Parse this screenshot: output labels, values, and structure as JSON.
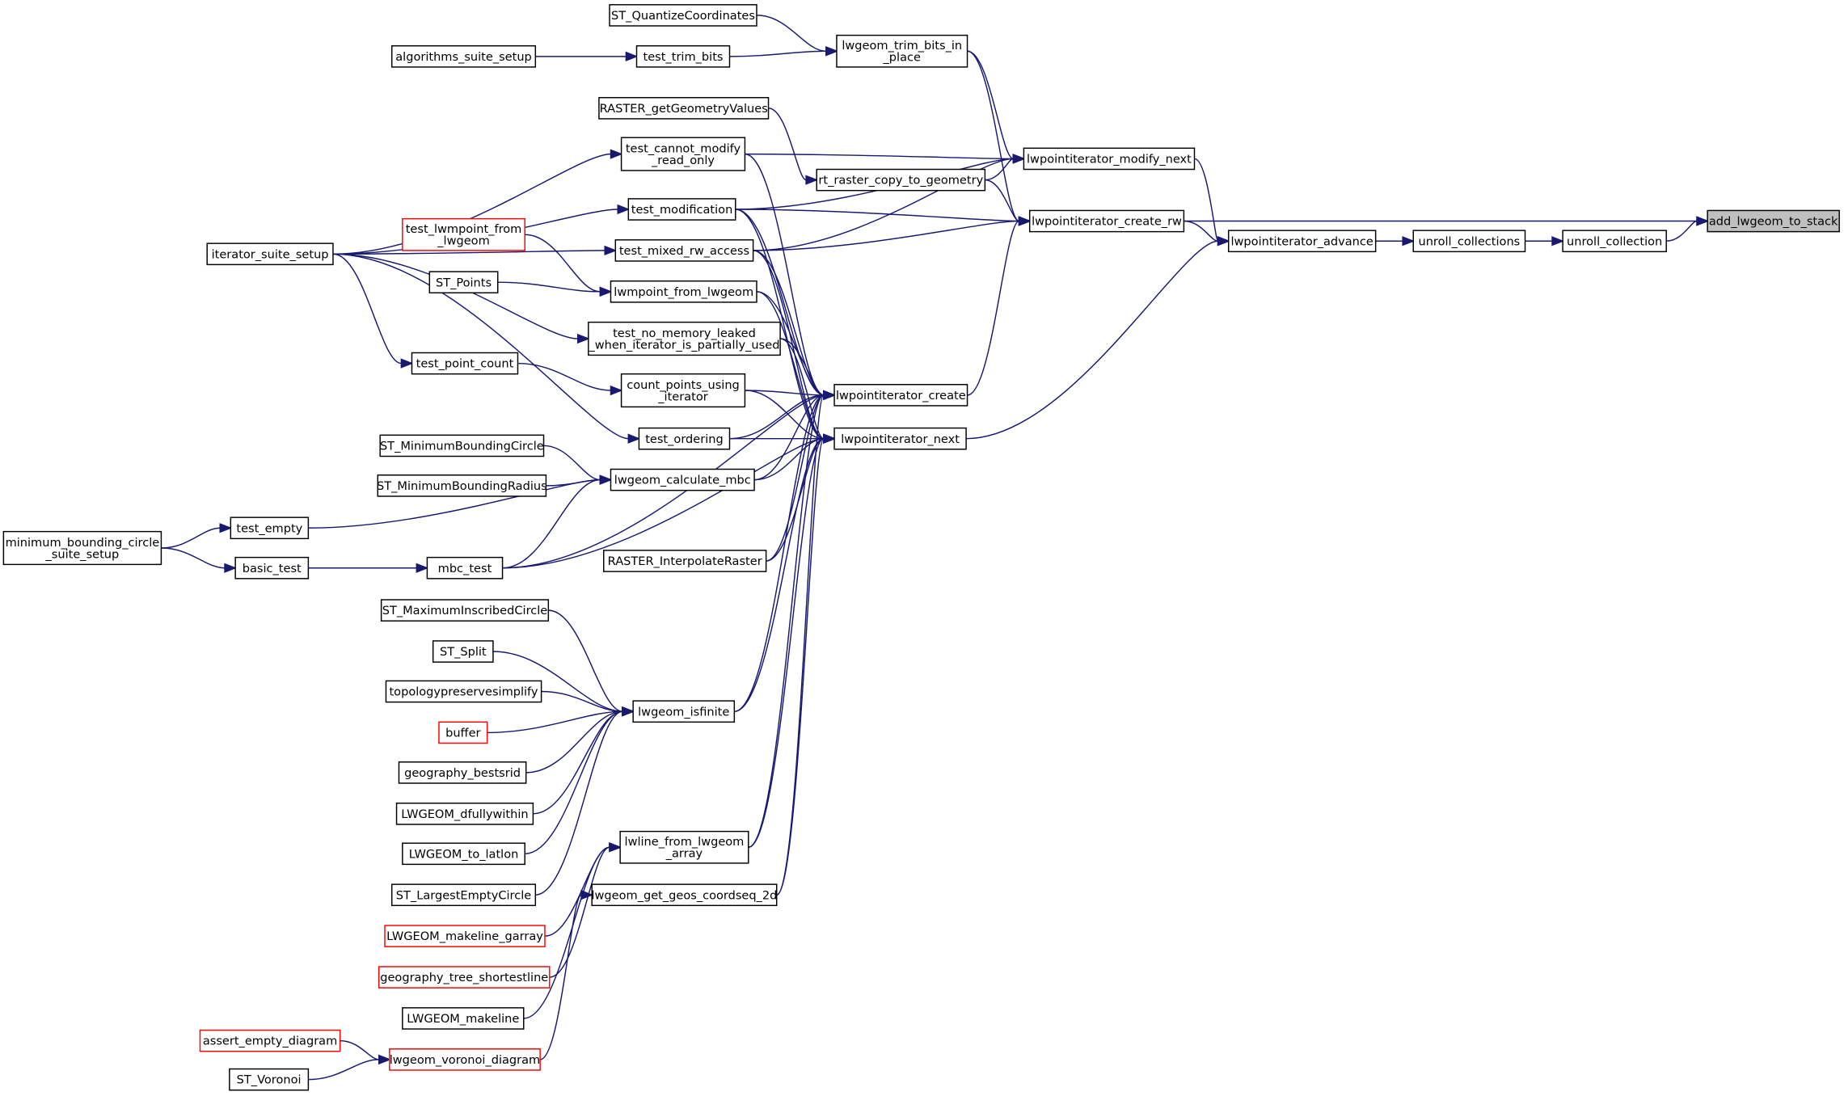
{
  "diagram": {
    "type": "caller-graph",
    "focus_node": "add_lwgeom_to_stack",
    "colors": {
      "edge": "#191970",
      "node_border": "#000000",
      "missing_node_border": "#ff0000",
      "focus_fill": "#bfbfbf",
      "background": "#ffffff"
    },
    "nodes": [
      {
        "id": "add_lwgeom_to_stack",
        "label": [
          "add_lwgeom_to_stack"
        ],
        "style": "focus"
      },
      {
        "id": "unroll_collection",
        "label": [
          "unroll_collection"
        ],
        "style": "normal"
      },
      {
        "id": "unroll_collections",
        "label": [
          "unroll_collections"
        ],
        "style": "normal"
      },
      {
        "id": "lwpointiterator_advance",
        "label": [
          "lwpointiterator_advance"
        ],
        "style": "normal"
      },
      {
        "id": "lwpointiterator_create_rw",
        "label": [
          "lwpointiterator_create_rw"
        ],
        "style": "normal"
      },
      {
        "id": "lwpointiterator_modify_next",
        "label": [
          "lwpointiterator_modify_next"
        ],
        "style": "normal"
      },
      {
        "id": "lwpointiterator_next",
        "label": [
          "lwpointiterator_next"
        ],
        "style": "normal"
      },
      {
        "id": "lwpointiterator_create",
        "label": [
          "lwpointiterator_create"
        ],
        "style": "normal"
      },
      {
        "id": "lwgeom_trim_bits_in_place",
        "label": [
          "lwgeom_trim_bits_in",
          "_place"
        ],
        "style": "normal"
      },
      {
        "id": "ST_QuantizeCoordinates",
        "label": [
          "ST_QuantizeCoordinates"
        ],
        "style": "normal"
      },
      {
        "id": "test_trim_bits",
        "label": [
          "test_trim_bits"
        ],
        "style": "normal"
      },
      {
        "id": "algorithms_suite_setup",
        "label": [
          "algorithms_suite_setup"
        ],
        "style": "normal"
      },
      {
        "id": "RASTER_getGeometryValues",
        "label": [
          "RASTER_getGeometryValues"
        ],
        "style": "normal"
      },
      {
        "id": "rt_raster_copy_to_geometry",
        "label": [
          "rt_raster_copy_to_geometry"
        ],
        "style": "normal"
      },
      {
        "id": "test_cannot_modify_read_only",
        "label": [
          "test_cannot_modify",
          "_read_only"
        ],
        "style": "normal"
      },
      {
        "id": "test_modification",
        "label": [
          "test_modification"
        ],
        "style": "normal"
      },
      {
        "id": "test_mixed_rw_access",
        "label": [
          "test_mixed_rw_access"
        ],
        "style": "normal"
      },
      {
        "id": "iterator_suite_setup",
        "label": [
          "iterator_suite_setup"
        ],
        "style": "normal"
      },
      {
        "id": "test_lwmpoint_from_lwgeom",
        "label": [
          "test_lwmpoint_from",
          "_lwgeom"
        ],
        "style": "red"
      },
      {
        "id": "ST_Points",
        "label": [
          "ST_Points"
        ],
        "style": "normal"
      },
      {
        "id": "lwmpoint_from_lwgeom",
        "label": [
          "lwmpoint_from_lwgeom"
        ],
        "style": "normal"
      },
      {
        "id": "test_no_memory_leaked",
        "label": [
          "test_no_memory_leaked",
          "_when_iterator_is_partially_used"
        ],
        "style": "normal"
      },
      {
        "id": "test_point_count",
        "label": [
          "test_point_count"
        ],
        "style": "normal"
      },
      {
        "id": "count_points_using_iterator",
        "label": [
          "count_points_using",
          "_iterator"
        ],
        "style": "normal"
      },
      {
        "id": "test_ordering",
        "label": [
          "test_ordering"
        ],
        "style": "normal"
      },
      {
        "id": "ST_MinimumBoundingCircle",
        "label": [
          "ST_MinimumBoundingCircle"
        ],
        "style": "normal"
      },
      {
        "id": "ST_MinimumBoundingRadius",
        "label": [
          "ST_MinimumBoundingRadius"
        ],
        "style": "normal"
      },
      {
        "id": "lwgeom_calculate_mbc",
        "label": [
          "lwgeom_calculate_mbc"
        ],
        "style": "normal"
      },
      {
        "id": "minimum_bounding_circle_suite_setup",
        "label": [
          "minimum_bounding_circle",
          "_suite_setup"
        ],
        "style": "normal"
      },
      {
        "id": "test_empty",
        "label": [
          "test_empty"
        ],
        "style": "normal"
      },
      {
        "id": "basic_test",
        "label": [
          "basic_test"
        ],
        "style": "normal"
      },
      {
        "id": "mbc_test",
        "label": [
          "mbc_test"
        ],
        "style": "normal"
      },
      {
        "id": "RASTER_InterpolateRaster",
        "label": [
          "RASTER_InterpolateRaster"
        ],
        "style": "normal"
      },
      {
        "id": "ST_MaximumInscribedCircle",
        "label": [
          "ST_MaximumInscribedCircle"
        ],
        "style": "normal"
      },
      {
        "id": "ST_Split",
        "label": [
          "ST_Split"
        ],
        "style": "normal"
      },
      {
        "id": "topologypreservesimplify",
        "label": [
          "topologypreservesimplify"
        ],
        "style": "normal"
      },
      {
        "id": "buffer",
        "label": [
          "buffer"
        ],
        "style": "red"
      },
      {
        "id": "geography_bestsrid",
        "label": [
          "geography_bestsrid"
        ],
        "style": "normal"
      },
      {
        "id": "LWGEOM_dfullywithin",
        "label": [
          "LWGEOM_dfullywithin"
        ],
        "style": "normal"
      },
      {
        "id": "LWGEOM_to_latlon",
        "label": [
          "LWGEOM_to_latlon"
        ],
        "style": "normal"
      },
      {
        "id": "ST_LargestEmptyCircle",
        "label": [
          "ST_LargestEmptyCircle"
        ],
        "style": "normal"
      },
      {
        "id": "lwgeom_isfinite",
        "label": [
          "lwgeom_isfinite"
        ],
        "style": "normal"
      },
      {
        "id": "lwline_from_lwgeom_array",
        "label": [
          "lwline_from_lwgeom",
          "_array"
        ],
        "style": "normal"
      },
      {
        "id": "lwgeom_get_geos_coordseq_2d",
        "label": [
          "lwgeom_get_geos_coordseq_2d"
        ],
        "style": "normal"
      },
      {
        "id": "LWGEOM_makeline_garray",
        "label": [
          "LWGEOM_makeline_garray"
        ],
        "style": "red"
      },
      {
        "id": "geography_tree_shortestline",
        "label": [
          "geography_tree_shortestline"
        ],
        "style": "red"
      },
      {
        "id": "LWGEOM_makeline",
        "label": [
          "LWGEOM_makeline"
        ],
        "style": "normal"
      },
      {
        "id": "assert_empty_diagram",
        "label": [
          "assert_empty_diagram"
        ],
        "style": "red"
      },
      {
        "id": "ST_Voronoi",
        "label": [
          "ST_Voronoi"
        ],
        "style": "normal"
      },
      {
        "id": "lwgeom_voronoi_diagram",
        "label": [
          "lwgeom_voronoi_diagram"
        ],
        "style": "red"
      }
    ],
    "edges": [
      [
        "lwpointiterator_create_rw",
        "add_lwgeom_to_stack"
      ],
      [
        "unroll_collection",
        "add_lwgeom_to_stack"
      ],
      [
        "unroll_collections",
        "unroll_collection"
      ],
      [
        "lwpointiterator_advance",
        "unroll_collections"
      ],
      [
        "lwpointiterator_create_rw",
        "lwpointiterator_advance"
      ],
      [
        "lwpointiterator_modify_next",
        "lwpointiterator_advance"
      ],
      [
        "lwpointiterator_next",
        "lwpointiterator_advance"
      ],
      [
        "ST_QuantizeCoordinates",
        "lwgeom_trim_bits_in_place"
      ],
      [
        "test_trim_bits",
        "lwgeom_trim_bits_in_place"
      ],
      [
        "algorithms_suite_setup",
        "test_trim_bits"
      ],
      [
        "lwgeom_trim_bits_in_place",
        "lwpointiterator_modify_next"
      ],
      [
        "lwgeom_trim_bits_in_place",
        "lwpointiterator_create_rw"
      ],
      [
        "RASTER_getGeometryValues",
        "rt_raster_copy_to_geometry"
      ],
      [
        "rt_raster_copy_to_geometry",
        "lwpointiterator_modify_next"
      ],
      [
        "rt_raster_copy_to_geometry",
        "lwpointiterator_create_rw"
      ],
      [
        "test_cannot_modify_read_only",
        "lwpointiterator_modify_next"
      ],
      [
        "test_modification",
        "lwpointiterator_modify_next"
      ],
      [
        "test_mixed_rw_access",
        "lwpointiterator_modify_next"
      ],
      [
        "test_modification",
        "lwpointiterator_create_rw"
      ],
      [
        "test_mixed_rw_access",
        "lwpointiterator_create_rw"
      ],
      [
        "lwpointiterator_create",
        "lwpointiterator_create_rw"
      ],
      [
        "iterator_suite_setup",
        "test_cannot_modify_read_only"
      ],
      [
        "iterator_suite_setup",
        "test_modification"
      ],
      [
        "iterator_suite_setup",
        "test_mixed_rw_access"
      ],
      [
        "iterator_suite_setup",
        "test_no_memory_leaked"
      ],
      [
        "iterator_suite_setup",
        "test_point_count"
      ],
      [
        "iterator_suite_setup",
        "test_ordering"
      ],
      [
        "test_lwmpoint_from_lwgeom",
        "lwmpoint_from_lwgeom"
      ],
      [
        "ST_Points",
        "lwmpoint_from_lwgeom"
      ],
      [
        "test_point_count",
        "count_points_using_iterator"
      ],
      [
        "test_cannot_modify_read_only",
        "lwpointiterator_create"
      ],
      [
        "test_modification",
        "lwpointiterator_create"
      ],
      [
        "test_mixed_rw_access",
        "lwpointiterator_create"
      ],
      [
        "lwmpoint_from_lwgeom",
        "lwpointiterator_create"
      ],
      [
        "test_no_memory_leaked",
        "lwpointiterator_create"
      ],
      [
        "count_points_using_iterator",
        "lwpointiterator_create"
      ],
      [
        "test_ordering",
        "lwpointiterator_create"
      ],
      [
        "lwgeom_calculate_mbc",
        "lwpointiterator_create"
      ],
      [
        "mbc_test",
        "lwpointiterator_create"
      ],
      [
        "RASTER_InterpolateRaster",
        "lwpointiterator_create"
      ],
      [
        "lwgeom_isfinite",
        "lwpointiterator_create"
      ],
      [
        "lwline_from_lwgeom_array",
        "lwpointiterator_create"
      ],
      [
        "lwgeom_get_geos_coordseq_2d",
        "lwpointiterator_create"
      ],
      [
        "test_modification",
        "lwpointiterator_next"
      ],
      [
        "test_mixed_rw_access",
        "lwpointiterator_next"
      ],
      [
        "lwmpoint_from_lwgeom",
        "lwpointiterator_next"
      ],
      [
        "test_no_memory_leaked",
        "lwpointiterator_next"
      ],
      [
        "count_points_using_iterator",
        "lwpointiterator_next"
      ],
      [
        "test_ordering",
        "lwpointiterator_next"
      ],
      [
        "lwgeom_calculate_mbc",
        "lwpointiterator_next"
      ],
      [
        "mbc_test",
        "lwpointiterator_next"
      ],
      [
        "RASTER_InterpolateRaster",
        "lwpointiterator_next"
      ],
      [
        "lwgeom_isfinite",
        "lwpointiterator_next"
      ],
      [
        "lwline_from_lwgeom_array",
        "lwpointiterator_next"
      ],
      [
        "lwgeom_get_geos_coordseq_2d",
        "lwpointiterator_next"
      ],
      [
        "ST_MinimumBoundingCircle",
        "lwgeom_calculate_mbc"
      ],
      [
        "ST_MinimumBoundingRadius",
        "lwgeom_calculate_mbc"
      ],
      [
        "test_empty",
        "lwgeom_calculate_mbc"
      ],
      [
        "mbc_test",
        "lwgeom_calculate_mbc"
      ],
      [
        "minimum_bounding_circle_suite_setup",
        "test_empty"
      ],
      [
        "minimum_bounding_circle_suite_setup",
        "basic_test"
      ],
      [
        "basic_test",
        "mbc_test"
      ],
      [
        "ST_MaximumInscribedCircle",
        "lwgeom_isfinite"
      ],
      [
        "ST_Split",
        "lwgeom_isfinite"
      ],
      [
        "topologypreservesimplify",
        "lwgeom_isfinite"
      ],
      [
        "buffer",
        "lwgeom_isfinite"
      ],
      [
        "geography_bestsrid",
        "lwgeom_isfinite"
      ],
      [
        "LWGEOM_dfullywithin",
        "lwgeom_isfinite"
      ],
      [
        "LWGEOM_to_latlon",
        "lwgeom_isfinite"
      ],
      [
        "ST_LargestEmptyCircle",
        "lwgeom_isfinite"
      ],
      [
        "LWGEOM_makeline_garray",
        "lwline_from_lwgeom_array"
      ],
      [
        "geography_tree_shortestline",
        "lwline_from_lwgeom_array"
      ],
      [
        "LWGEOM_makeline",
        "lwline_from_lwgeom_array"
      ],
      [
        "lwgeom_voronoi_diagram",
        "lwgeom_get_geos_coordseq_2d"
      ],
      [
        "assert_empty_diagram",
        "lwgeom_voronoi_diagram"
      ],
      [
        "ST_Voronoi",
        "lwgeom_voronoi_diagram"
      ]
    ]
  }
}
